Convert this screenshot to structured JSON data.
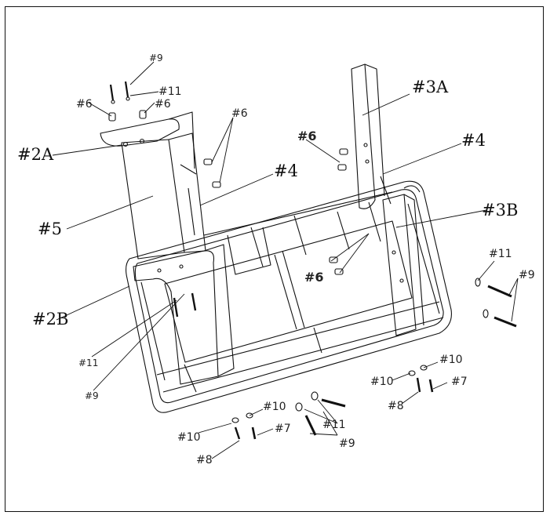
{
  "diagram": {
    "parts": [
      {
        "id": "2A",
        "label": "#2A"
      },
      {
        "id": "2B",
        "label": "#2B"
      },
      {
        "id": "3A",
        "label": "#3A"
      },
      {
        "id": "3B",
        "label": "#3B"
      },
      {
        "id": "4a",
        "label": "#4"
      },
      {
        "id": "4b",
        "label": "#4"
      },
      {
        "id": "5",
        "label": "#5"
      }
    ],
    "hardware": [
      {
        "id": "9a",
        "label": "#9"
      },
      {
        "id": "11a",
        "label": "#11"
      },
      {
        "id": "6a",
        "label": "#6"
      },
      {
        "id": "6b",
        "label": "#6"
      },
      {
        "id": "6c",
        "label": "#6"
      },
      {
        "id": "6d",
        "label": "#6"
      },
      {
        "id": "6e",
        "label": "#6"
      },
      {
        "id": "11b",
        "label": "#11"
      },
      {
        "id": "9b",
        "label": "#9"
      },
      {
        "id": "11c",
        "label": "#11"
      },
      {
        "id": "9c",
        "label": "#9"
      },
      {
        "id": "10a",
        "label": "#10"
      },
      {
        "id": "10b",
        "label": "#10"
      },
      {
        "id": "7a",
        "label": "#7"
      },
      {
        "id": "8a",
        "label": "#8"
      },
      {
        "id": "10c",
        "label": "#10"
      },
      {
        "id": "10d",
        "label": "#10"
      },
      {
        "id": "7b",
        "label": "#7"
      },
      {
        "id": "8b",
        "label": "#8"
      },
      {
        "id": "11d",
        "label": "#11"
      },
      {
        "id": "9d",
        "label": "#9"
      }
    ]
  }
}
